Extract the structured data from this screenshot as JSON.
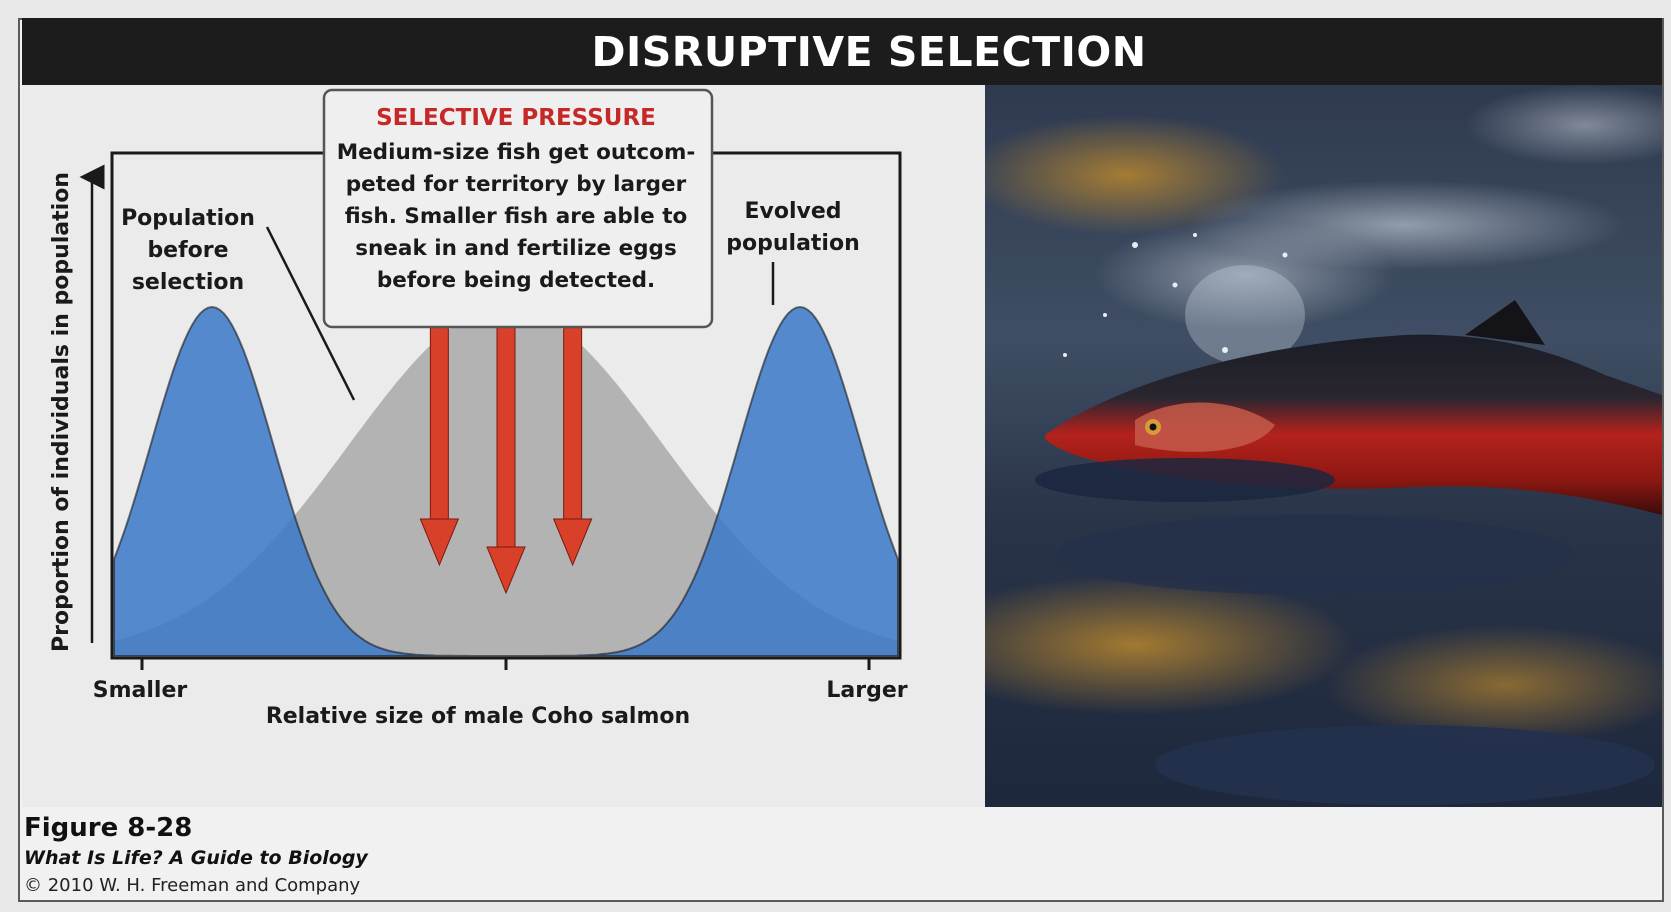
{
  "title": "DISRUPTIVE SELECTION",
  "selective_pressure": {
    "heading": "SELECTIVE PRESSURE",
    "lines": [
      "Medium-size fish get outcom-",
      "peted for territory by larger",
      "fish. Smaller fish are able to",
      "sneak in and fertilize eggs",
      "before being detected."
    ]
  },
  "labels": {
    "before": [
      "Population",
      "before",
      "selection"
    ],
    "evolved": [
      "Evolved",
      "population"
    ]
  },
  "chart_data": {
    "type": "area",
    "xlabel": "Relative size of male Coho salmon",
    "ylabel": "Proportion of individuals in population",
    "x_tick_labels": {
      "left": "Smaller",
      "right": "Larger"
    },
    "series": [
      {
        "key": "before",
        "color": "#b3b3b3",
        "opacity": 1.0,
        "mean": 0.5,
        "sd": 0.2,
        "peak": 1.0
      },
      {
        "key": "evolved",
        "color": "#3b78c9",
        "opacity": 0.85,
        "components": [
          {
            "mean": 0.125,
            "sd": 0.078,
            "peak": 1.0
          },
          {
            "mean": 0.875,
            "sd": 0.078,
            "peak": 1.0
          }
        ]
      }
    ],
    "pressure_arrows_x": [
      0.415,
      0.5,
      0.585
    ]
  },
  "caption": {
    "figure": "Figure 8-28",
    "book": "What Is Life? A Guide to Biology",
    "copyright": "© 2010 W. H. Freeman and Company"
  },
  "colors": {
    "title_bar": "#1c1c1c",
    "arrow": "#d8402a",
    "heading": "#c62828",
    "evolved_fill": "#3b78c9",
    "before_fill": "#b3b3b3"
  }
}
